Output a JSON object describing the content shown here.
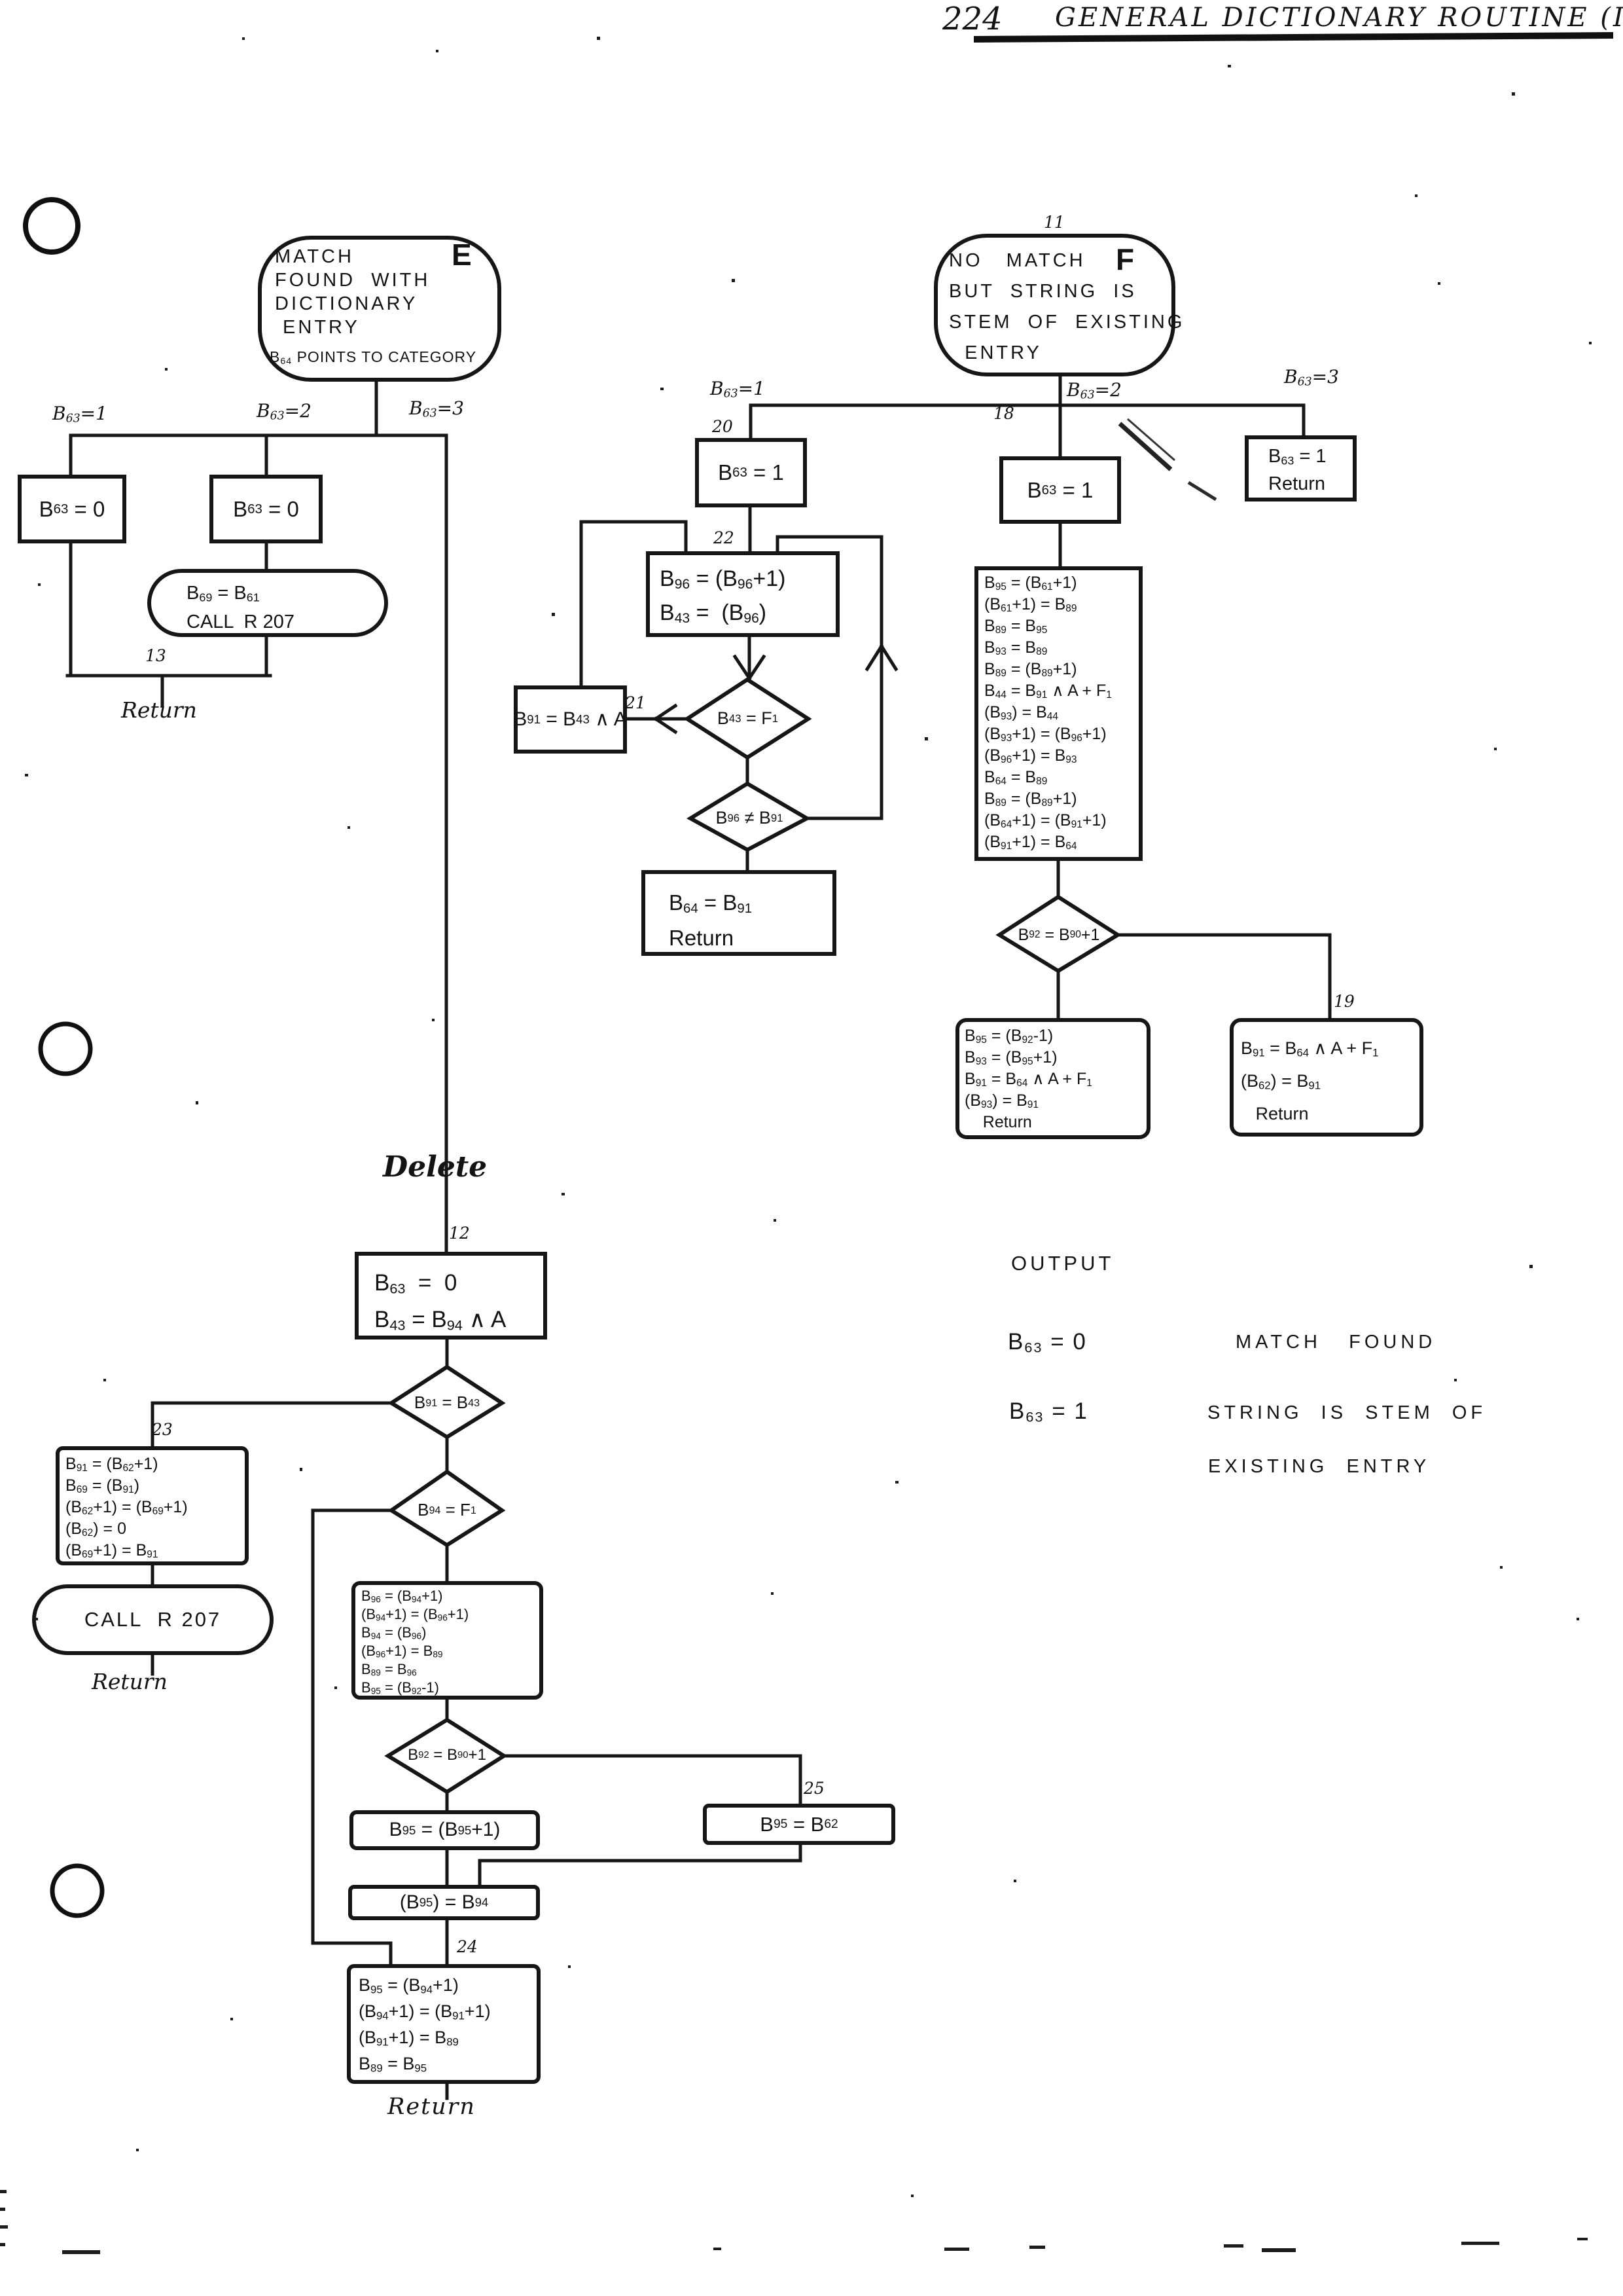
{
  "header": {
    "number": "224",
    "title": "GENERAL DICTIONARY ROUTINE (III)"
  },
  "bubble_e": {
    "marker": "E",
    "lines": [
      "MATCH",
      "FOUND  WITH",
      "DICTIONARY",
      " ENTRY"
    ],
    "note": "B64 POINTS TO CATEGORY"
  },
  "bubble_f": {
    "marker": "F",
    "step": "11",
    "lines": [
      "NO   MATCH",
      "BUT  STRING  IS",
      "STEM  OF  EXISTING",
      "  ENTRY"
    ]
  },
  "branch_labels": {
    "e1": "B63=1",
    "e2": "B63=2",
    "e3": "B63=3",
    "f1": "B63=1",
    "f2": "B63=2",
    "f3": "B63=3"
  },
  "steps": {
    "s11": "11",
    "s12": "12",
    "s13": "13",
    "s18": "18",
    "s19": "19",
    "s20": "20",
    "s21": "21",
    "s22": "22",
    "s23": "23",
    "s24": "24",
    "s25": "25"
  },
  "nodes": {
    "set0_left": "B63 = 0",
    "set0_mid": "B63 = 0",
    "call_a": {
      "lines": [
        "B69 = B61",
        "CALL  R 207"
      ]
    },
    "return_a": "Return",
    "set1_20": "B63 = 1",
    "box22": {
      "lines": [
        "B96 = (B96+1)",
        "B43 =  (B96)"
      ]
    },
    "box21": "B91 = B43 ∧ A",
    "dia_b43_f1": "B43 = F1",
    "dia_b96_b91": "B96 ≠ B91",
    "box_b64_b91": {
      "lines": [
        "B64 = B91",
        "Return"
      ]
    },
    "set1_18": "B63 = 1",
    "box_tr": {
      "lines": [
        "B63 = 1",
        "Return"
      ]
    },
    "tall_box": {
      "lines": [
        "B95 = (B61+1)",
        "(B61+1) = B89",
        "B89 = B95",
        "B93 = B89",
        "B89 = (B89+1)",
        "B44 = B91 ∧ A + F1",
        "(B93) = B44",
        "(B93+1) = (B96+1)",
        "(B96+1) = B93",
        "B64 = B89",
        "B89 = (B89+1)",
        "(B64+1) = (B91+1)",
        "(B91+1) = B64"
      ]
    },
    "dia_b92_a": "B92 = B90+1",
    "ret_left": {
      "lines": [
        "B95 = (B92-1)",
        "B93 = (B95+1)",
        "B91 = B64 ∧ A + F1",
        "(B93) = B91",
        "    Return"
      ]
    },
    "ret_right": {
      "lines": [
        "B91 = B64 ∧ A + F1",
        "(B62) = B91",
        "   Return"
      ]
    },
    "delete_label": "Delete",
    "box12": {
      "lines": [
        "B63  =  0",
        "B43 = B94 ∧ A"
      ]
    },
    "dia_b91_b43": "B91 = B43",
    "box23": {
      "lines": [
        "B91 = (B62+1)",
        "B69 = (B91)",
        "(B62+1) = (B69+1)",
        "(B62) = 0",
        "(B69+1) = B91"
      ]
    },
    "call_b": "CALL  R 207",
    "return_b": "Return",
    "dia_b94_f1": "B94 = F1",
    "box_shift": {
      "lines": [
        "B96 = (B94+1)",
        "(B94+1) = (B96+1)",
        "B94 = (B96)",
        "(B96+1) = B89",
        "B89 = B96",
        "B95 = (B92-1)"
      ]
    },
    "dia_b92_b": "B92 = B90+1",
    "box_b95_inc": "B95 = (B95+1)",
    "box25": "B95 = B62",
    "box_b95_b94": "(B95) = B94",
    "box24": {
      "lines": [
        "B95 = (B94+1)",
        "(B94+1) = (B91+1)",
        "(B91+1) = B89",
        "B89 = B95"
      ]
    },
    "return_c": "Return"
  },
  "output": {
    "title": "OUTPUT",
    "row1_var": "B63 = 0",
    "row1_desc": "MATCH   FOUND",
    "row2_var": "B63 = 1",
    "row2_desc": "STRING  IS  STEM  OF",
    "row2_desc2": "EXISTING  ENTRY"
  }
}
